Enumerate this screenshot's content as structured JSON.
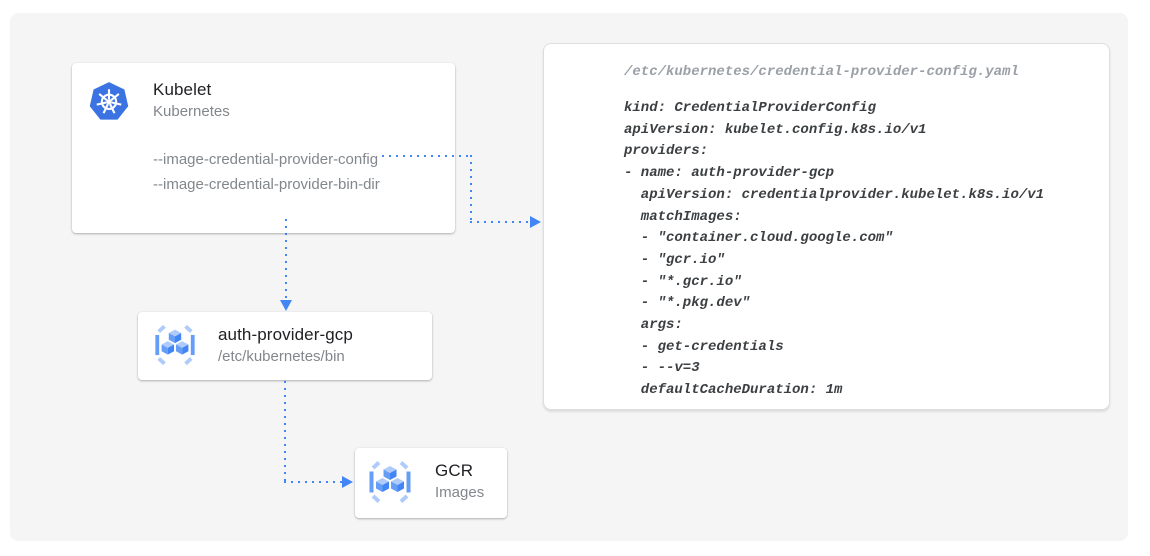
{
  "diagram": {
    "kubelet_card": {
      "title": "Kubelet",
      "subtitle": "Kubernetes",
      "flags": [
        "--image-credential-provider-config",
        "--image-credential-provider-bin-dir"
      ]
    },
    "auth_provider_card": {
      "title": "auth-provider-gcp",
      "subtitle": "/etc/kubernetes/bin"
    },
    "gcr_card": {
      "title": "GCR",
      "subtitle": "Images"
    },
    "config_panel": {
      "filename": "/etc/kubernetes/credential-provider-config.yaml",
      "yaml": "kind: CredentialProviderConfig\napiVersion: kubelet.config.k8s.io/v1\nproviders:\n- name: auth-provider-gcp\n  apiVersion: credentialprovider.kubelet.k8s.io/v1\n  matchImages:\n  - \"container.cloud.google.com\"\n  - \"gcr.io\"\n  - \"*.gcr.io\"\n  - \"*.pkg.dev\"\n  args:\n  - get-credentials\n  - --v=3\n  defaultCacheDuration: 1m"
    },
    "icons": {
      "kubelet": "kubernetes-helm-icon",
      "auth_provider": "container-registry-icon",
      "gcr": "container-registry-icon"
    },
    "colors": {
      "arrow_blue": "#4285F4",
      "kubernetes_blue": "#3B73E3",
      "title_text": "#202124",
      "muted_text": "#82878C",
      "code_text": "#3C4043",
      "code_filename": "#9AA0A6",
      "canvas_background": "#F5F5F6",
      "card_background": "#FFFFFF"
    }
  }
}
